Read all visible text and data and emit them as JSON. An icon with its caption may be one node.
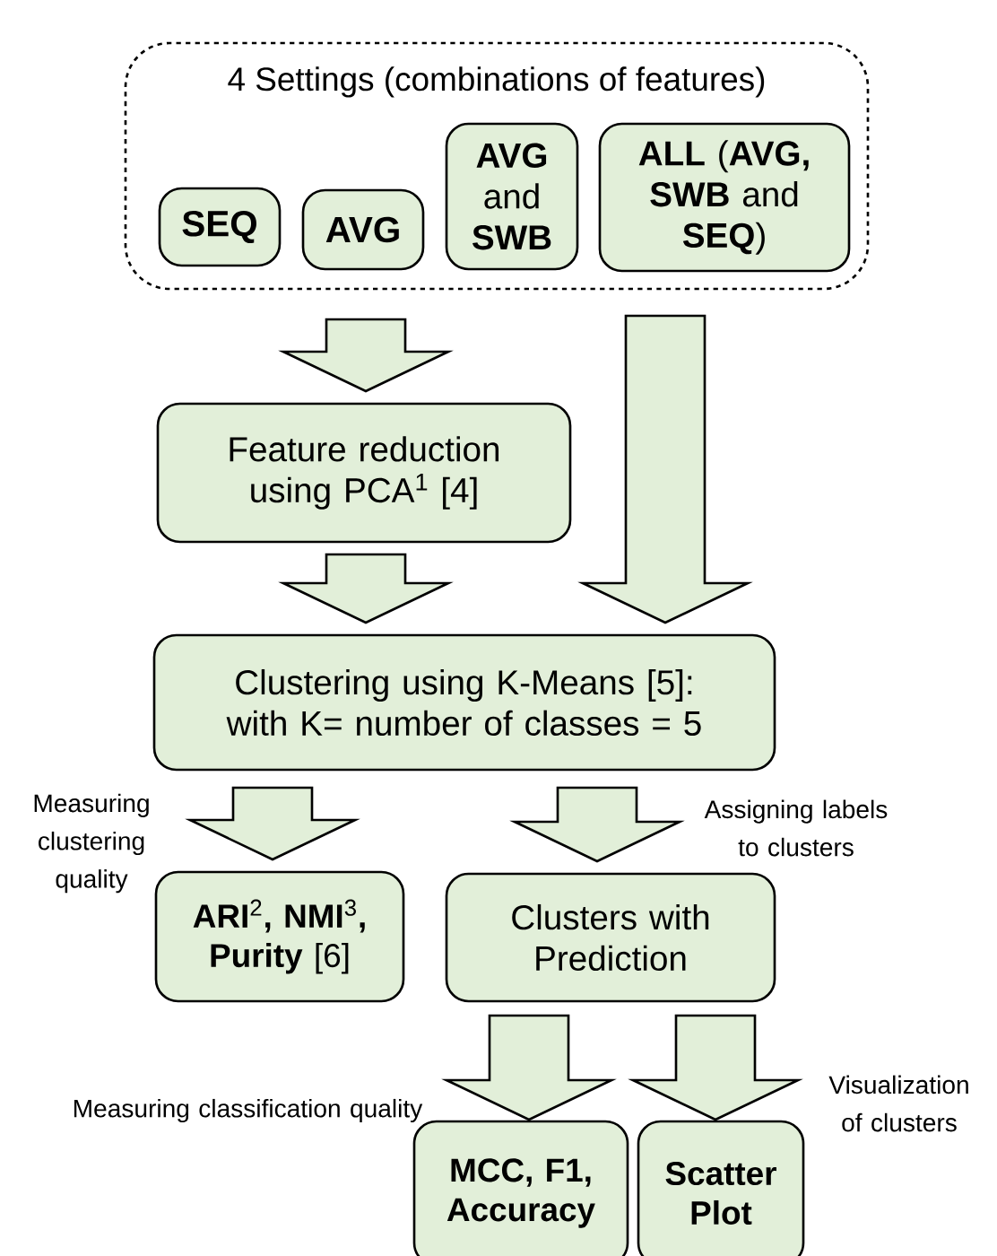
{
  "diagram": {
    "nodes": [
      {
        "text": [
          "4 Settings (combinations of features)"
        ]
      },
      {
        "text": [
          "SEQ"
        ],
        "in": 0
      },
      {
        "text": [
          "AVG"
        ],
        "in": 0
      },
      {
        "text": [
          "**AVG** and **SWB**"
        ],
        "in": 0
      },
      {
        "text": [
          "**ALL** (**AVG,** **SWB** and **SEQ**)"
        ],
        "in": 0
      },
      {
        "text": [
          "Feature reduction using PCA$^{1}$ [4]"
        ]
      },
      {
        "text": [
          "Clustering using K-Means [5]: with K= number of classes = 5"
        ]
      },
      {
        "text": [
          "**ARI**$^{2}$**,** **NMI**$^{3}$**,** **Purity** [6]"
        ]
      },
      {
        "text": [
          "Clusters with Prediction"
        ]
      },
      {
        "text": [
          "MCC, F1, Accuracy"
        ]
      },
      {
        "text": [
          "Scatter Plot"
        ]
      }
    ],
    "edges": [
      {
        "from": 0,
        "to": 5,
        "arrow": "to"
      },
      {
        "from": 0,
        "to": 6,
        "arrow": "to"
      },
      {
        "from": 5,
        "to": 6,
        "arrow": "to"
      },
      {
        "from": 6,
        "to": 7,
        "arrow": "to",
        "label": "Measuring clustering quality"
      },
      {
        "from": 6,
        "to": 8,
        "arrow": "to",
        "label": "Assigning labels to clusters"
      },
      {
        "from": 8,
        "to": 9,
        "arrow": "to",
        "label": "Measuring classification quality"
      },
      {
        "from": 8,
        "to": 10,
        "arrow": "to",
        "label": "Visualization of clusters"
      }
    ]
  }
}
